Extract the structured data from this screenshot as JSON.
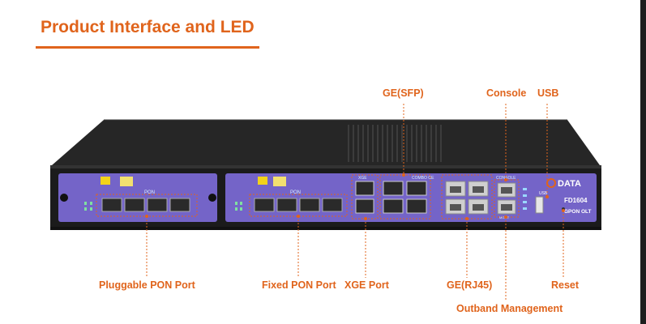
{
  "header": {
    "title": "Product Interface and LED"
  },
  "device": {
    "brand": "DATA",
    "model": "FD1604",
    "type": "GPON OLT",
    "small_labels": {
      "pon_card": "PON",
      "pon_fixed": "PON",
      "xge": "XGE",
      "combo": "COMBO GE",
      "console": "CONSOLE",
      "usb": "USB",
      "mgmt": "MGMT"
    }
  },
  "callouts": {
    "ge_sfp": "GE(SFP)",
    "console": "Console",
    "usb": "USB",
    "pluggable_pon": "Pluggable PON Port",
    "fixed_pon": "Fixed PON Port",
    "xge_port": "XGE Port",
    "ge_rj45": "GE(RJ45)",
    "reset": "Reset",
    "outband": "Outband Management"
  },
  "colors": {
    "accent": "#e0641c",
    "panel_purple": "#7464c8",
    "chassis": "#222222"
  }
}
